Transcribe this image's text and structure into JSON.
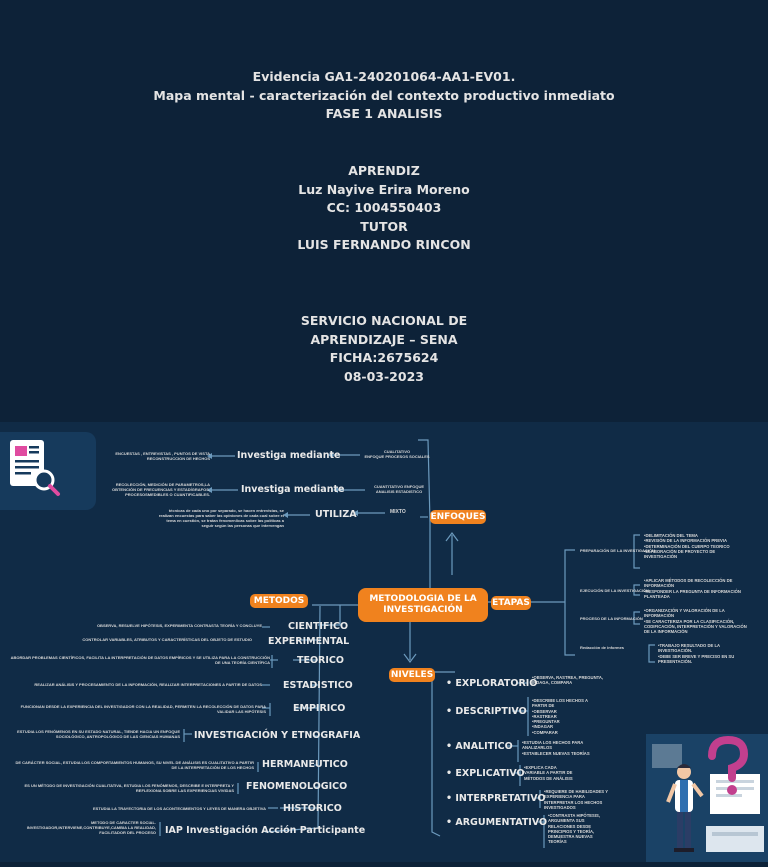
{
  "header": {
    "line1": "Evidencia GA1-240201064-AA1-EV01.",
    "line2": "Mapa mental - caracterización del contexto productivo inmediato",
    "line3": "FASE 1 ANALISIS",
    "aprendiz_label": "APRENDIZ",
    "aprendiz_name": "Luz Nayive Erira Moreno",
    "cc": "CC: 1004550403",
    "tutor_label": "TUTOR",
    "tutor_name": "LUIS FERNANDO RINCON",
    "inst1": "SERVICIO NACIONAL DE",
    "inst2": "APRENDIZAJE – SENA",
    "ficha": "FICHA:2675624",
    "date": "08-03-2023"
  },
  "map": {
    "center_line1": "METODOLOGIA DE LA",
    "center_line2": "INVESTIGACIÓN",
    "enfoques": {
      "label": "ENFOQUES",
      "items": [
        {
          "action": "Investiga mediante",
          "desc1": "ENCUESTAS , ENTREVISTAS , PUNTOS DE VISTA",
          "desc2": "RECONSTRUCCION DE HECHOS",
          "type1": "CUALITATIVO",
          "type2": "ENFOQUE PROCESOS SOCIALES"
        },
        {
          "action": "Investiga mediante",
          "desc1": "RECOLECCIÓN, MEDICIÓN DE PARAMETROS,LA",
          "desc2": "OBTENCIÓN DE FRECUENCIAS Y ESTADÍGRAFOS,",
          "desc3": "PROCESOSMEDIBLES O CUANTIFICABLES.",
          "type1": "CUANTITATIVO ENFOQUE",
          "type2": "ANALISIS ESTADISTICO"
        },
        {
          "action": "UTILIZA",
          "desc1": "técnicas de cada uno por separado, se hacen entrevistas, se",
          "desc2": "realizan encuestas para saber las opiniones de cada cual sobre el",
          "desc3": "tema en cuestión, se tratan fenomenlicas sobre las políticas a",
          "desc4": "seguir según las personas que intervengan",
          "type1": "MIXTO"
        }
      ]
    },
    "etapas": {
      "label": "ETAPAS",
      "stages": [
        {
          "name": "PREPARACIÓN DE LA INVESTIGACIÓN",
          "bullets": [
            "DELIMITACIÓN DEL TEMA",
            "REVISIÓN DE LA INFORMACIÓN PREVIA",
            "DETERMINACIÓN DEL CUERPO TEORICO",
            "ELABORACIÓN DE PROYECTO DE INVESTIGACIÓN"
          ]
        },
        {
          "name": "EJECUCIÓN DE LA INVESTIGACIÓN",
          "bullets": [
            "APLICAR MÉTODOS DE RECOLECCIÓN DE INFORMACIÓN",
            "RESPONDER LA PREGUNTA DE INFORMACIÓN PLANTEADA"
          ]
        },
        {
          "name": "PROCESO DE LA INFORMACIÓN",
          "bullets": [
            "ORGANIZACIÓN Y VALORACIÓN DE LA INFORMACIÓN",
            "SE CARACTERIZA POR LA CLASIFICACIÓN, CODIFICACIÓN, INTERPRETACIÓN Y VALORACIÓN DE LA INFORMACIÓN"
          ]
        },
        {
          "name": "Redacción de informes",
          "bullets": [
            "TRABAJO RESULTADO DE LA INVESTIGACIÓN.",
            "DEBE SER BREVE Y PRECISO EN SU PRESENTACIÓN."
          ]
        }
      ]
    },
    "metodos": {
      "label": "METODOS",
      "items": [
        {
          "name": "CIENTIFICO",
          "d1": "OBSERVA, RESUELVE HIPÓTESIS, EXPERIMENTA CONTRASTA TEORÍA Y CONCLUYE"
        },
        {
          "name": "EXPERIMENTAL",
          "d1": "CONTROLAR VARIABLES, ATRIBUTOS Y CARACTERÍSTICAS DEL OBJETO DE ESTUDIO"
        },
        {
          "name": "TEORICO",
          "d1": "ABORDAR PROBLEMAS CIENTÍFICOS, FACILITA LA INTERPRETACIÓN DE DATOS EMPÍRICOS Y SE UTILIZA PARA LA CONSTRUCCIÓN",
          "d2": "DE UNA TEORÍA CIENTÍFICA"
        },
        {
          "name": "ESTADISTICO",
          "d1": "REALIZAR ANÁLISIS Y PROCESAMIENTO DE LA INFORMACIÓN, REALIZAR INTERPRETACIONES A PARTIR DE DATOS"
        },
        {
          "name": "EMPIRICO",
          "d1": "FUNCIONAN DESDE LA EXPERIENCIA DEL INVESTIGADOR CON LA REALIDAD, PERMITEN LA RECOLECCIÓN DE DATOS PARA",
          "d2": "VALIDAR LAS HIPÓTESIS"
        },
        {
          "name": "INVESTIGACIÓN Y ETNOGRAFIA",
          "d1": "ESTUDIA LOS FENÓMENOS EN SU ESTADO NATURAL, TIENDE HACIA UN ENFOQUE",
          "d2": "SOCIOLÓGICO, ANTROPOLÓGICO DE LAS CIENCIAS HUMANAS"
        },
        {
          "name": "HERMANEUTICO",
          "d1": "DE CARÁCTER SOCIAL, ESTUDIA LOS COMPORTAMIENTOS HUMANOS, SU NIVEL DE ANÁLISIS ES CUALITATIVO A PARTIR",
          "d2": "DE LA INTERPRETACIÓN DE LOS HECHOS"
        },
        {
          "name": "FENOMENOLOGICO",
          "d1": "ES UN MÉTODO DE INVESTIGACIÓN CUALITATIVA, ESTUDIA LOS FENÓMENOS, DESCRIBE E INTERPRETA Y",
          "d2": "REFLEXIONA SOBRE LAS EXPERIENCIAS VIVIDAS"
        },
        {
          "name": "HISTORICO",
          "d1": "ESTUDIA LA TRAYECTORIA DE LOS ACONTECIMIENTOS Y LEYES DE MANERA OBJETIVA"
        },
        {
          "name": "IAP Investigación Acción Participante",
          "d1": "METODO DE CARACTER SOCIAL.",
          "d2": "INVESTIGADOR,INTERVIENE,CONTRIBUYE,CAMBIA LA REALIDAD,",
          "d3": "FACILITADOR DEL PROCESO"
        }
      ]
    },
    "niveles": {
      "label": "NIVELES",
      "items": [
        {
          "name": "EXPLORATORIO",
          "bullets": [
            "OBSERVA, RASTREA, PREGUNTA, INDAGA, COMPARA"
          ]
        },
        {
          "name": "DESCRIPTIVO",
          "bullets": [
            "DESCRIBE LOS HECHOS A PARTIR DE",
            "OBSERVAR",
            "RASTREAR",
            "PREGUNTAR",
            "INDAGAR",
            "COMPARAR"
          ]
        },
        {
          "name": "ANALITICO",
          "bullets": [
            "ESTUDIA LOS HECHOS PARA ANALIZARLOS",
            "ESTABLECER NUEVAS TEORÍAS"
          ]
        },
        {
          "name": "EXPLICATIVO",
          "bullets": [
            "EXPLICA CADA VARIABLE A PARTIR DE MÉTODOS DE ANÁLISIS"
          ]
        },
        {
          "name": "INTERPRETATIVO",
          "bullets": [
            "REQUIERE DE HABILIDADES Y EXPERIENCIA PARA INTERPRETAR LOS HECHOS INVESTIGADOS"
          ]
        },
        {
          "name": "ARGUMENTATIVO",
          "bullets": [
            "CONTRASTA HIPÓTESIS, ARGUMENTA SUS RELACIONES DESDE PRINCIPIOS Y TEORÍA, DEMUESTRA NUEVAS TEORÍAS"
          ]
        }
      ]
    }
  },
  "colors": {
    "background": "#0d2238",
    "accent": "#f0821e",
    "panel": "#123150",
    "lines": "#5f8fb0"
  },
  "icons": [
    "document-search-icon",
    "question-person-illustration"
  ]
}
